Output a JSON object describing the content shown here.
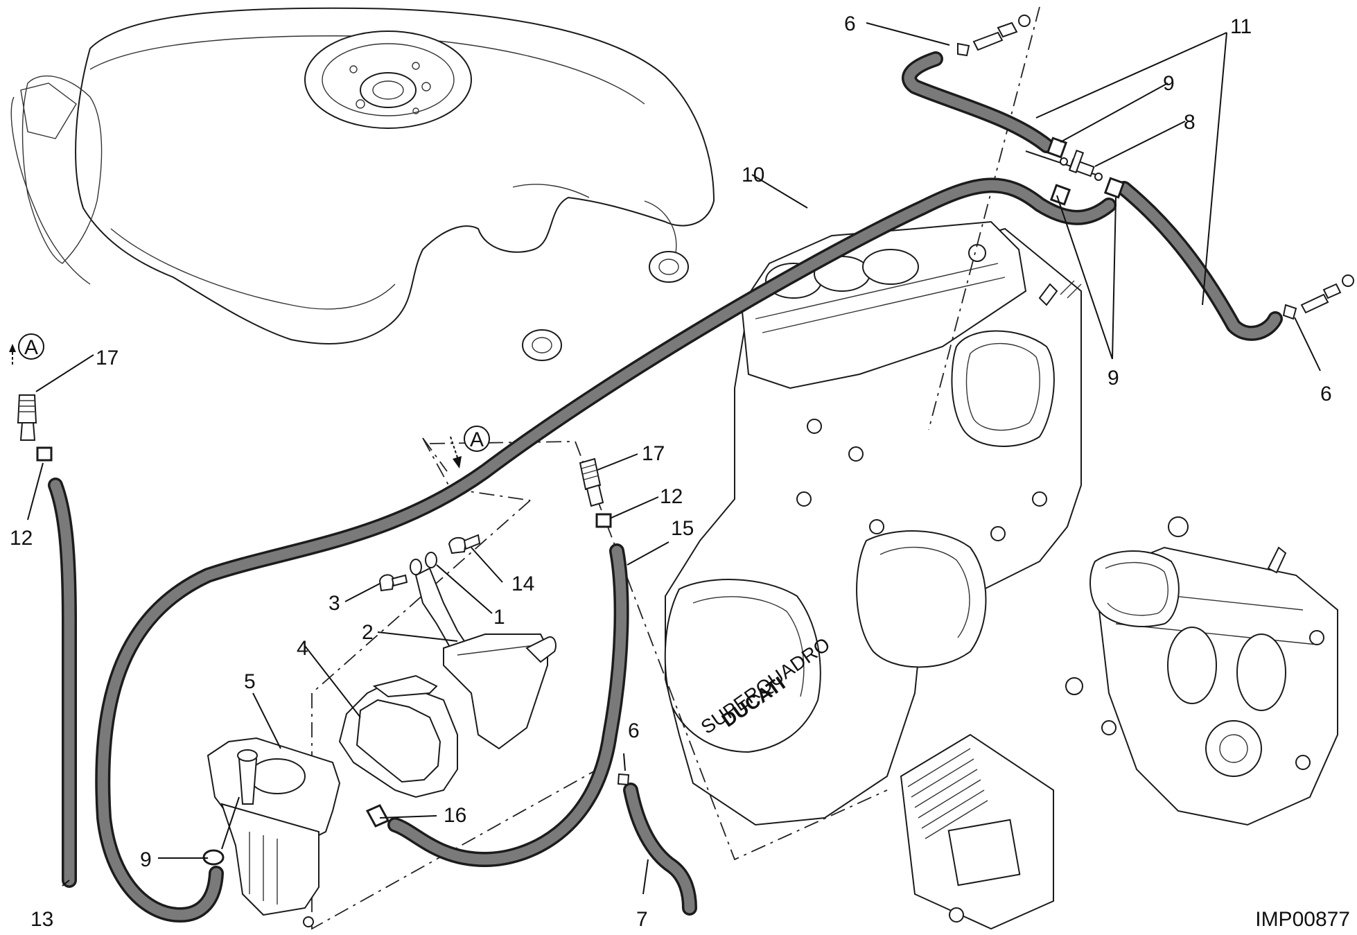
{
  "diagram": {
    "drawing_code": "IMP00877",
    "view_marker": "A",
    "engine_logo_text": "DUCATI",
    "engine_model_text": "SUPERQUADRO",
    "callouts": {
      "c6_top": "6",
      "c11": "11",
      "c9_top": "9",
      "c8": "8",
      "c10": "10",
      "c9_mid": "9",
      "c6_right": "6",
      "c17_left": "17",
      "c12_left": "12",
      "c17_center": "17",
      "c12_center": "12",
      "c15": "15",
      "c14": "14",
      "c1": "1",
      "c3": "3",
      "c2": "2",
      "c4": "4",
      "c5": "5",
      "c6_bottom": "6",
      "c16": "16",
      "c9_bottom": "9",
      "c13": "13",
      "c7": "7"
    }
  }
}
